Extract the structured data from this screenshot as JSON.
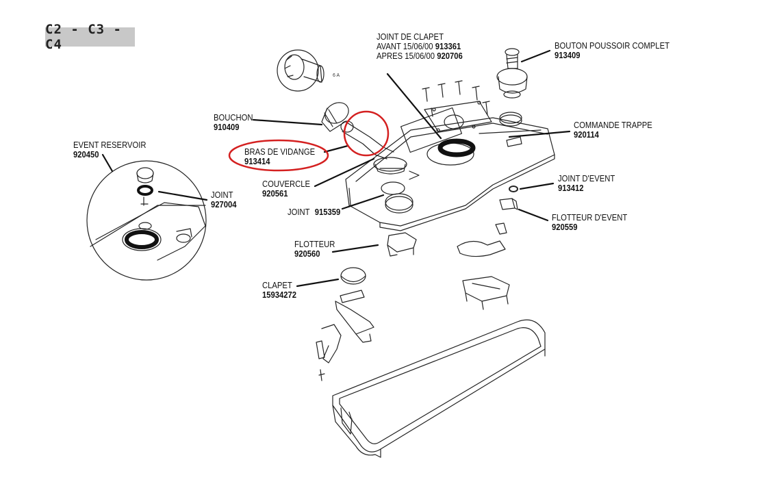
{
  "badge": "C2 - C3 - C4",
  "parts": {
    "joint_clapet": {
      "title": "JOINT DE CLAPET",
      "avant": "AVANT 15/06/00",
      "avant_code": "913361",
      "apres": "APRES 15/06/00",
      "apres_code": "920706"
    },
    "bouton": {
      "name": "BOUTON POUSSOIR COMPLET",
      "code": "913409"
    },
    "bouchon": {
      "name": "BOUCHON",
      "code": "910409"
    },
    "commande": {
      "name": "COMMANDE TRAPPE",
      "code": "920114"
    },
    "event_reservoir": {
      "name": "EVENT RESERVOIR",
      "code": "920450"
    },
    "bras": {
      "name": "BRAS DE VIDANGE",
      "code": "913414"
    },
    "joint_event": {
      "name": "JOINT D'EVENT",
      "code": "913412"
    },
    "couvercle": {
      "name": "COUVERCLE",
      "code": "920561"
    },
    "joint_927": {
      "name": "JOINT",
      "code": "927004"
    },
    "joint_915": {
      "name": "JOINT",
      "code": "915359"
    },
    "flotteur_event": {
      "name": "FLOTTEUR D'EVENT",
      "code": "920559"
    },
    "flotteur": {
      "name": "FLOTTEUR",
      "code": "920560"
    },
    "clapet": {
      "name": "CLAPET",
      "code": "15934272"
    }
  },
  "detail_inset_label": "6 A",
  "colors": {
    "highlight": "#d42020",
    "line": "#111111",
    "badge_bg": "#c8c8c8"
  }
}
